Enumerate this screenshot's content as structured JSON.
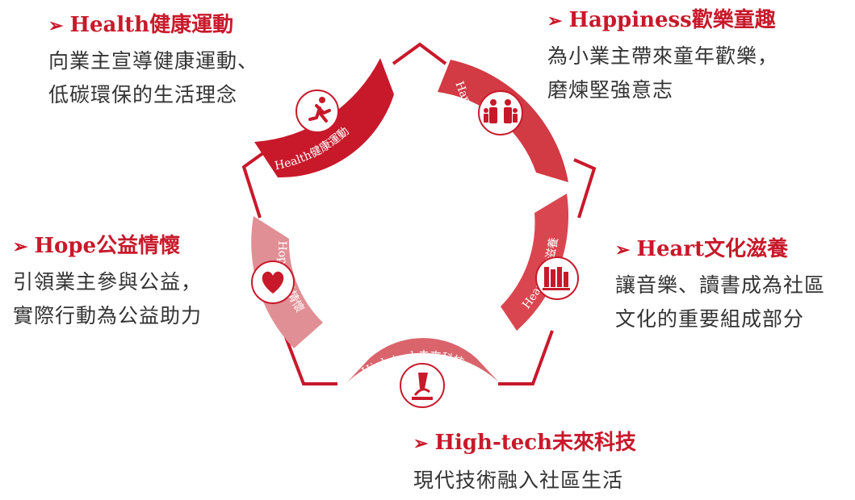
{
  "colors": {
    "accent": "#c8192b",
    "hope_band": "#e08f95",
    "heart_band": "#d9464f",
    "hightech_band": "#d9646c",
    "text": "#333333"
  },
  "blocks": {
    "health": {
      "title": "Health健康運動",
      "lines": [
        "向業主宣導健康運動、",
        "低碳環保的生活理念"
      ]
    },
    "happiness": {
      "title": "Happiness歡樂童趣",
      "lines": [
        "為小業主帶來童年歡樂，",
        "磨煉堅強意志"
      ]
    },
    "hope": {
      "title": "Hope公益情懷",
      "lines": [
        "引領業主參與公益，",
        "實際行動為公益助力"
      ]
    },
    "heart": {
      "title": "Heart文化滋養",
      "lines": [
        "讓音樂、讀書成為社區",
        "文化的重要組成部分"
      ]
    },
    "hightech": {
      "title": "High-tech未來科技",
      "lines": [
        "現代技術融入社區生活"
      ]
    }
  },
  "bands": {
    "health": "Health健康運動",
    "happiness": "Happiness歡樂童趣",
    "hope": "Hope公益情懷",
    "heart": "Heart文化滋養",
    "hightech": "High-tech未來科技"
  },
  "icons": {
    "health": "runner-icon",
    "happiness": "family-icon",
    "hope": "heart-icon",
    "heart": "books-icon",
    "hightech": "microscope-icon"
  },
  "arrow_glyph": "➢"
}
